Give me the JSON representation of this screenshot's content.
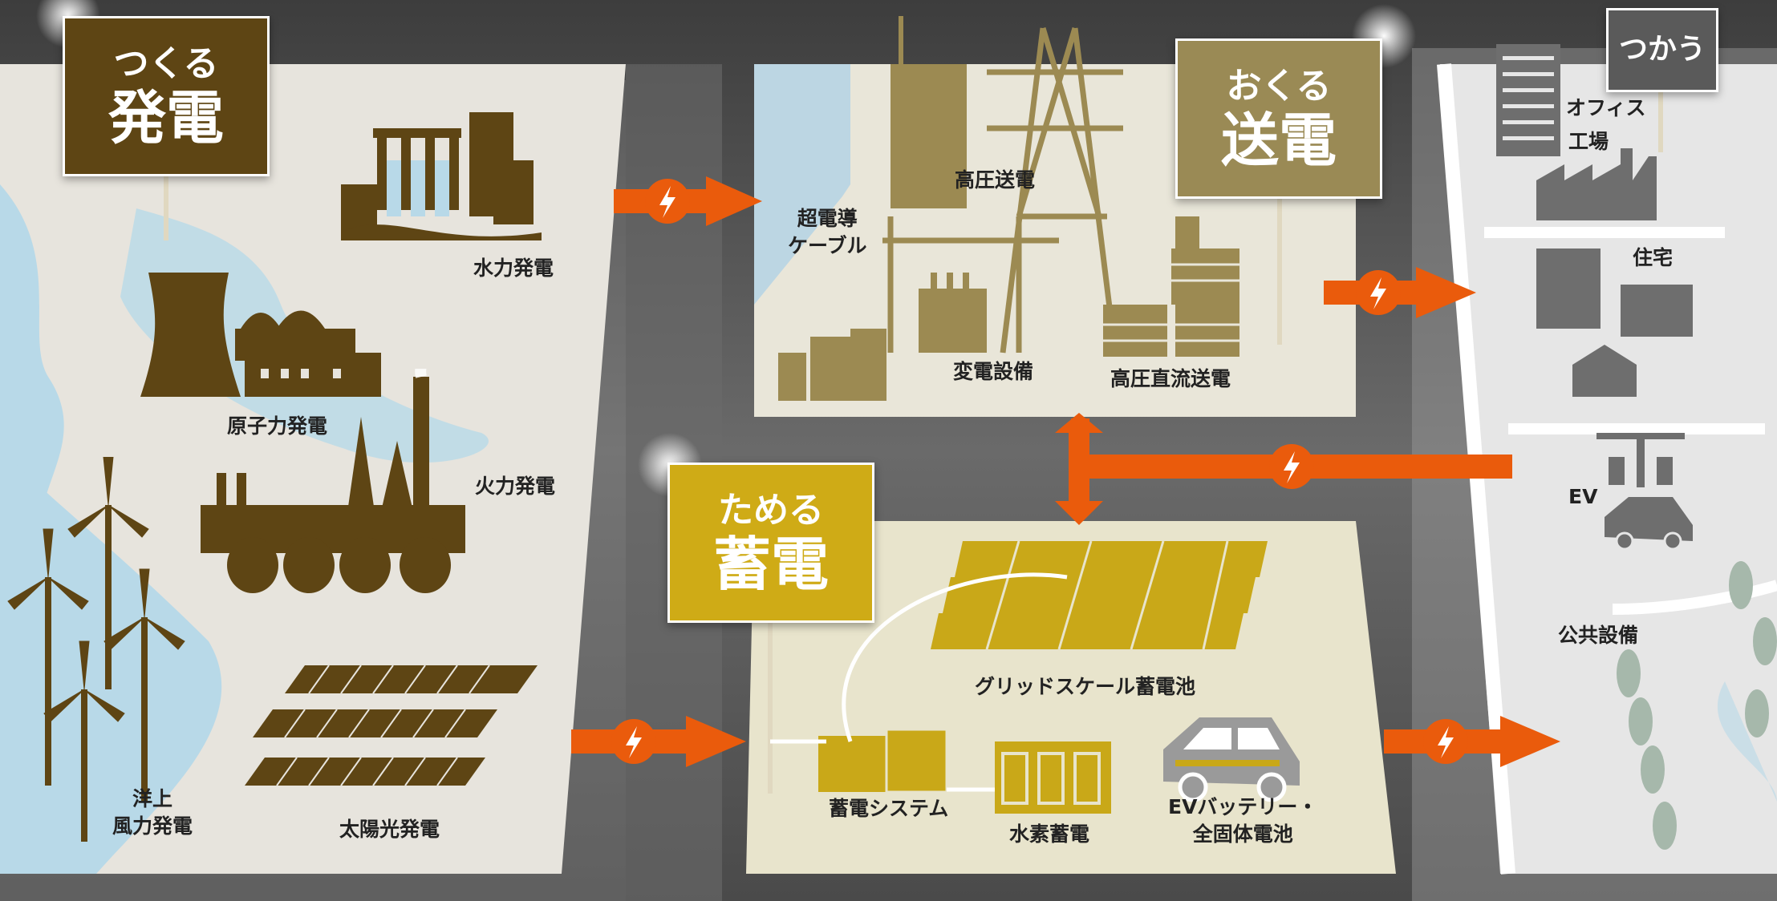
{
  "sections": {
    "generation": {
      "verb": "つくる",
      "noun": "発電",
      "color": "#5e4514"
    },
    "transmission": {
      "verb": "おくる",
      "noun": "送電",
      "color": "#9a8a55"
    },
    "storage": {
      "verb": "ためる",
      "noun": "蓄電",
      "color": "#cfab16"
    },
    "usage": {
      "verb": "つかう",
      "color": "#5a5a5a"
    }
  },
  "generation_items": {
    "hydro": "水力発電",
    "nuclear": "原子力発電",
    "thermal": "火力発電",
    "offshore_wind_1": "洋上",
    "offshore_wind_2": "風力発電",
    "solar": "太陽光発電"
  },
  "transmission_items": {
    "superconducting_1": "超電導",
    "superconducting_2": "ケーブル",
    "high_voltage": "高圧送電",
    "substation": "変電設備",
    "hvdc": "高圧直流送電"
  },
  "storage_items": {
    "grid_scale": "グリッドスケール蓄電池",
    "storage_system": "蓄電システム",
    "hydrogen": "水素蓄電",
    "ev_battery_1": "EVバッテリー・",
    "ev_battery_2": "全固体電池"
  },
  "usage_items": {
    "office": "オフィス",
    "factory": "工場",
    "housing": "住宅",
    "ev": "EV",
    "public": "公共設備"
  },
  "colors": {
    "arrow": "#ea5b0c",
    "generation_icon": "#5e4514",
    "transmission_icon": "#9c8a52",
    "storage_icon": "#c9a818",
    "usage_icon": "#6e6e6e"
  },
  "icons": [
    "lightning-bolt-icon",
    "hydro-dam-icon",
    "nuclear-plant-icon",
    "thermal-plant-icon",
    "wind-turbine-icon",
    "solar-panel-icon",
    "transmission-tower-icon",
    "substation-icon",
    "hvdc-icon",
    "battery-icon",
    "hydrogen-tank-icon",
    "ev-car-icon",
    "office-building-icon",
    "factory-icon",
    "house-icon",
    "charging-station-icon",
    "tree-icon"
  ]
}
